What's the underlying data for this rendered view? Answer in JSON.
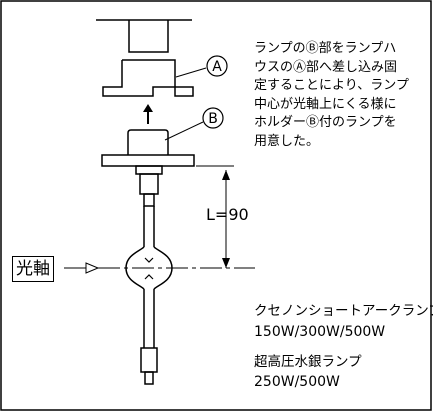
{
  "description_lines": [
    "ランプのⒷ部をランプハ",
    "ウスのⒶ部へ差し込み固",
    "定することにより、ランプ",
    "中心が光軸上にくる様に",
    "ホルダーⒷ付のランプを",
    "用意した。"
  ],
  "labels": {
    "part_a": "A",
    "part_b": "B",
    "optical_axis": "光軸",
    "dimension": "L=90"
  },
  "lamps": {
    "xenon_name": "クセノンショートアークランプ",
    "xenon_watts": "150W/300W/500W",
    "mercury_name": "超高圧水銀ランプ",
    "mercury_watts": "250W/500W"
  },
  "colors": {
    "line": "#000000",
    "background": "#ffffff"
  }
}
